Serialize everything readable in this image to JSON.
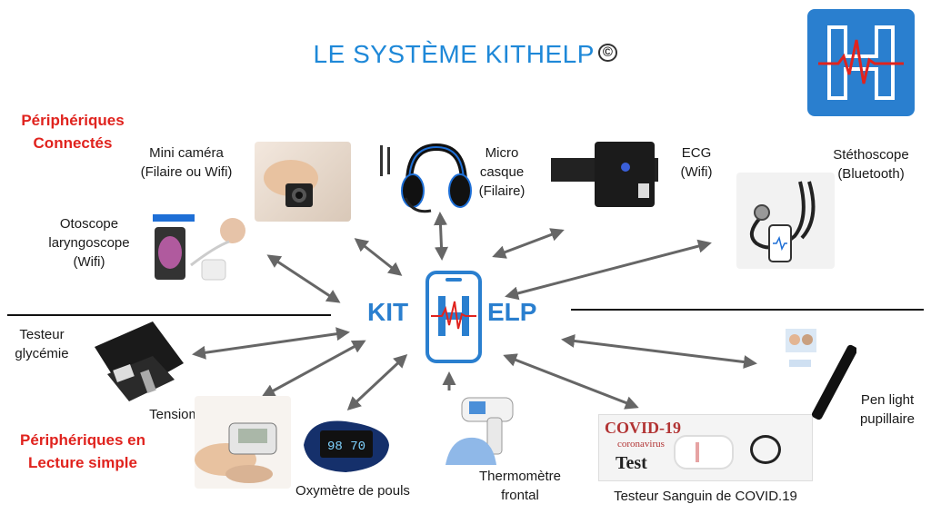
{
  "title": "LE SYSTÈME KITHELP",
  "copyright": "©",
  "logo_letter": "H",
  "hub": {
    "left": "KIT",
    "right": "ELP"
  },
  "categories": {
    "connected_line1": "Périphériques",
    "connected_line2": "Connectés",
    "simple_line1": "Périphériques en",
    "simple_line2": "Lecture simple"
  },
  "devices": {
    "mini_camera": [
      "Mini caméra",
      "(Filaire ou Wifi)"
    ],
    "micro_casque": [
      "Micro",
      "casque",
      "(Filaire)"
    ],
    "ecg": [
      "ECG",
      "(Wifi)"
    ],
    "stethoscope": [
      "Stéthoscope",
      "(Bluetooth)"
    ],
    "otoscope": [
      "Otoscope",
      "laryngoscope",
      "(Wifi)"
    ],
    "glycemie": [
      "Testeur",
      "glycémie"
    ],
    "tensiometre": "Tensiomètre",
    "oxymetre": "Oxymètre de pouls",
    "thermometre": [
      "Thermomètre",
      "frontal"
    ],
    "covid": "Testeur Sanguin de COVID.19",
    "pen_light": [
      "Pen light",
      "pupillaire"
    ]
  },
  "covid_card": {
    "line1": "COVID-19",
    "line2": "coronavirus",
    "line3": "Test"
  },
  "colors": {
    "title": "#1e88d8",
    "category": "#e0231e",
    "logo_bg": "#2a7fcf",
    "arrow": "#666666",
    "hub_blue": "#2a7fcf"
  }
}
